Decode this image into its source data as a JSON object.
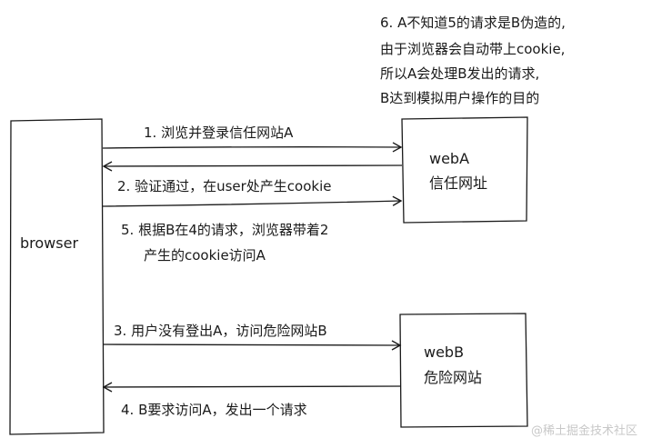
{
  "note": {
    "lines": [
      "6. A不知道5的请求是B伪造的,",
      "由于浏览器会自动带上cookie,",
      "所以A会处理B发出的请求,",
      "B达到模拟用户操作的目的"
    ]
  },
  "browser": {
    "label": "browser"
  },
  "webA": {
    "name": "webA",
    "desc": "信任网址"
  },
  "webB": {
    "name": "webB",
    "desc": "危险网站"
  },
  "steps": {
    "s1": "1. 浏览并登录信任网站A",
    "s2": "2. 验证通过，在user处产生cookie",
    "s5_line1": "5. 根据B在4的请求，浏览器带着2",
    "s5_line2": "产生的cookie访问A",
    "s3": "3. 用户没有登出A，访问危险网站B",
    "s4": "4. B要求访问A，发出一个请求"
  },
  "watermark": "@稀土掘金技术社区",
  "colors": {
    "stroke": "#1a1a1a",
    "watermark": "#c8c8c8"
  }
}
